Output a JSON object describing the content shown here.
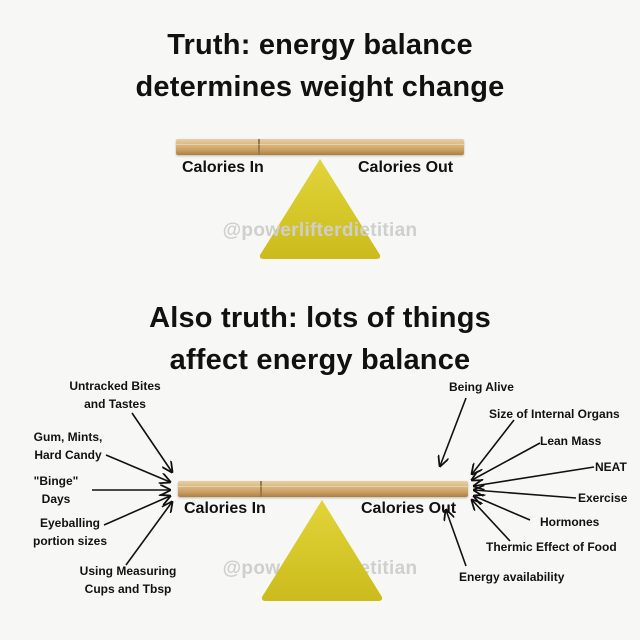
{
  "titles": {
    "top": [
      "Truth: energy balance",
      "determines weight change"
    ],
    "bottom": [
      "Also truth: lots of things",
      "affect energy balance"
    ]
  },
  "scale": {
    "calories_in": "Calories In",
    "calories_out": "Calories Out",
    "watermark": "@powerlifterdietitian"
  },
  "left_factors": [
    [
      "Untracked Bites",
      "and Tastes"
    ],
    [
      "Gum, Mints,",
      "Hard Candy"
    ],
    [
      "\"Binge\"",
      "Days"
    ],
    [
      "Eyeballing",
      "portion sizes"
    ],
    [
      "Using Measuring",
      "Cups and Tbsp"
    ]
  ],
  "right_factors": [
    "Being Alive",
    "Size of Internal Organs",
    "Lean Mass",
    "NEAT",
    "Exercise",
    "Hormones",
    "Thermic Effect of Food",
    "Energy availability"
  ],
  "colors": {
    "triangle": "#d8c925",
    "wood": "#d8b57c",
    "watermark": "#cfcfcf"
  }
}
